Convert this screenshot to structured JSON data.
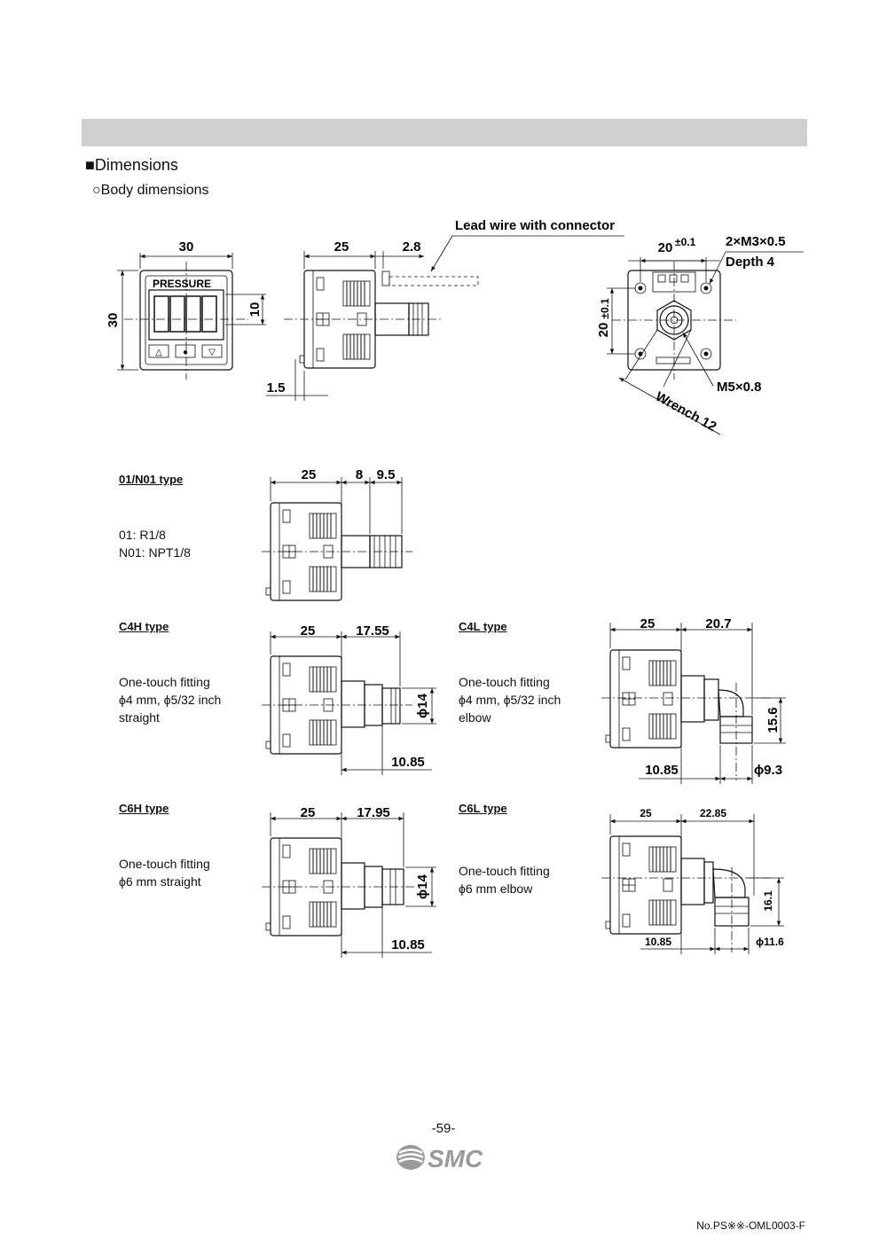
{
  "header": {
    "section_title": "■Dimensions",
    "sub_title": "○Body dimensions"
  },
  "body_view": {
    "front": {
      "width": "30",
      "height": "30",
      "display_height": "10",
      "brand_text": "PRESSURE",
      "button_labels": [
        "△",
        "●",
        "▽"
      ]
    },
    "side": {
      "depth": "25",
      "offset": "2.8",
      "foot": "1.5",
      "lead_wire_label": "Lead wire with connector"
    },
    "rear": {
      "pitch_h": "20",
      "pitch_h_tol": "±0.1",
      "pitch_v": "20",
      "pitch_v_tol": "±0.1",
      "screw": "2×M3×0.5",
      "screw_depth": "Depth 4",
      "port": "M5×0.8",
      "wrench": "Wrench 12"
    }
  },
  "types": [
    {
      "label": "01/N01 type",
      "desc": [
        "01: R1/8",
        "N01: NPT1/8"
      ],
      "dims": [
        "25",
        "8",
        "9.5"
      ]
    },
    {
      "label": "C4H type",
      "desc": [
        "One-touch fitting",
        "ϕ4 mm, ϕ5/32 inch",
        "straight"
      ],
      "dims": [
        "25",
        "17.55",
        "ϕ14",
        "10.85"
      ]
    },
    {
      "label": "C4L type",
      "desc": [
        "One-touch fitting",
        "ϕ4 mm, ϕ5/32 inch",
        "elbow"
      ],
      "dims": [
        "25",
        "20.7",
        "15.6",
        "10.85",
        "ϕ9.3"
      ]
    },
    {
      "label": "C6H type",
      "desc": [
        "One-touch fitting",
        "ϕ6 mm straight"
      ],
      "dims": [
        "25",
        "17.95",
        "ϕ14",
        "10.85"
      ]
    },
    {
      "label": "C6L type",
      "desc": [
        "One-touch fitting",
        "ϕ6 mm elbow"
      ],
      "dims": [
        "25",
        "22.85",
        "16.1",
        "10.85",
        "ϕ11.6"
      ]
    }
  ],
  "footer": {
    "page_number": "-59-",
    "logo_text": "SMC",
    "doc_number": "No.PS※※-OML0003-F"
  }
}
